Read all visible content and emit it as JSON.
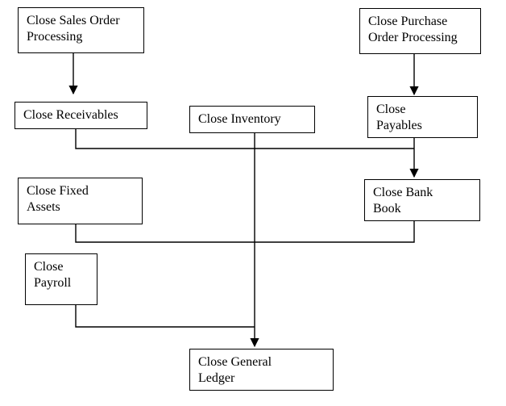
{
  "nodes": {
    "sales_order": {
      "line1": "Close Sales Order",
      "line2": "Processing"
    },
    "purchase_order": {
      "line1": "Close Purchase",
      "line2": "Order Processing"
    },
    "receivables": {
      "line1": "Close Receivables"
    },
    "inventory": {
      "line1": "Close Inventory"
    },
    "payables": {
      "line1": "Close",
      "line2": "Payables"
    },
    "fixed_assets": {
      "line1": "Close Fixed",
      "line2": "Assets"
    },
    "bank_book": {
      "line1": "Close Bank",
      "line2": "Book"
    },
    "payroll": {
      "line1": "Close",
      "line2": "Payroll"
    },
    "general_ledger": {
      "line1": "Close General",
      "line2": "Ledger"
    }
  }
}
